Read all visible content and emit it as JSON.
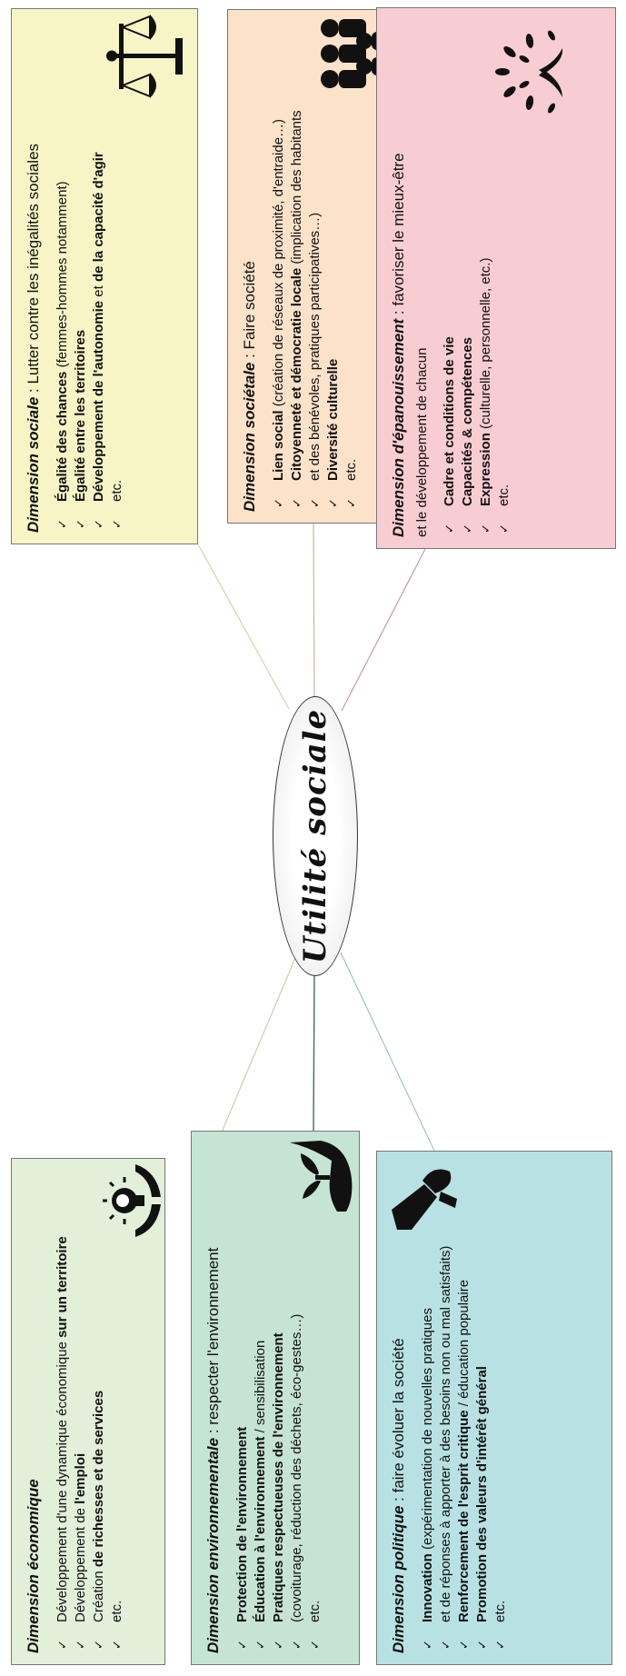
{
  "center": {
    "label": "Utilité sociale"
  },
  "boxes": {
    "economique": {
      "title_dim": "Dimension économique",
      "title_rest": "",
      "items": [
        {
          "parts": [
            {
              "t": "Développement d'une dynamique économique ",
              "b": false
            },
            {
              "t": "sur un territoire",
              "b": true
            }
          ]
        },
        {
          "parts": [
            {
              "t": "Développement de ",
              "b": false
            },
            {
              "t": "l'emploi",
              "b": true
            }
          ]
        },
        {
          "parts": [
            {
              "t": "Création ",
              "b": false
            },
            {
              "t": "de richesses et de services",
              "b": true
            }
          ]
        },
        {
          "parts": [
            {
              "t": "etc.",
              "b": false
            }
          ]
        }
      ],
      "bg": "#e2efd9",
      "icon": "lightbulb-in-hands-icon"
    },
    "environnementale": {
      "title_dim": "Dimension environnementale",
      "title_rest": " : respecter l'environnement",
      "items": [
        {
          "parts": [
            {
              "t": "Protection de l'environnement",
              "b": true
            }
          ]
        },
        {
          "parts": [
            {
              "t": "Éducation à l'environnement",
              "b": true
            },
            {
              "t": " / sensibilisation",
              "b": false
            }
          ]
        },
        {
          "parts": [
            {
              "t": "Pratiques respectueuses de l'environnement",
              "b": true
            }
          ]
        },
        {
          "parts": [
            {
              "t": "(covoiturage, réduction des déchets, éco-gestes…)",
              "b": false
            }
          ]
        },
        {
          "parts": [
            {
              "t": "etc.",
              "b": false
            }
          ]
        }
      ],
      "bg": "#c6e4d4",
      "icon": "plant-in-hand-icon"
    },
    "politique": {
      "title_dim": "Dimension politique",
      "title_rest": " : faire évoluer la société",
      "items": [
        {
          "parts": [
            {
              "t": "Innovation",
              "b": true
            },
            {
              "t": " (expérimentation de nouvelles pratiques",
              "b": false
            }
          ]
        },
        {
          "parts": [
            {
              "t": "et de réponses à apporter à des besoins non ou mal satisfaits)",
              "b": false
            }
          ]
        },
        {
          "parts": [
            {
              "t": "Renforcement de l'esprit critique",
              "b": true
            },
            {
              "t": " / éducation populaire",
              "b": false
            }
          ]
        },
        {
          "parts": [
            {
              "t": "Promotion des valeurs d'intérêt général",
              "b": true
            }
          ]
        },
        {
          "parts": [
            {
              "t": "etc.",
              "b": false
            }
          ]
        }
      ],
      "bg": "#b8e1e3",
      "icon": "megaphone-icon"
    },
    "sociale": {
      "title_dim": "Dimension sociale",
      "title_rest": " : Lutter contre les inégalités sociales",
      "items": [
        {
          "parts": [
            {
              "t": "Égalité des chances",
              "b": true
            },
            {
              "t": " (femmes-hommes notamment)",
              "b": false
            }
          ]
        },
        {
          "parts": [
            {
              "t": "Égalité entre les territoires",
              "b": true
            }
          ]
        },
        {
          "parts": [
            {
              "t": "Développement de l'autonomie",
              "b": true
            },
            {
              "t": " et ",
              "b": false
            },
            {
              "t": "de la capacité d'agir",
              "b": true
            }
          ]
        },
        {
          "parts": [
            {
              "t": "etc.",
              "b": false
            }
          ]
        }
      ],
      "bg": "#f7f5c6",
      "icon": "scales-icon"
    },
    "societale": {
      "title_dim": "Dimension sociétale",
      "title_rest": " : Faire société",
      "items": [
        {
          "parts": [
            {
              "t": "Lien social",
              "b": true
            },
            {
              "t": " (création de réseaux de proximité, d'entraide…)",
              "b": false
            }
          ]
        },
        {
          "parts": [
            {
              "t": "Citoyenneté et démocratie locale",
              "b": true
            },
            {
              "t": " (implication des habitants",
              "b": false
            }
          ]
        },
        {
          "parts": [
            {
              "t": "et des bénévoles, pratiques participatives…)",
              "b": false
            }
          ]
        },
        {
          "parts": [
            {
              "t": "Diversité culturelle",
              "b": true
            }
          ]
        },
        {
          "parts": [
            {
              "t": "etc.",
              "b": false
            }
          ]
        }
      ],
      "bg": "#fbe2c9",
      "icon": "group-of-people-icon"
    },
    "epanouissement": {
      "title_dim": "Dimension d'épanouissement",
      "title_rest": " : favoriser le mieux-être",
      "subtitle": "et le développement de chacun",
      "items": [
        {
          "parts": [
            {
              "t": "Cadre et conditions de vie",
              "b": true
            }
          ]
        },
        {
          "parts": [
            {
              "t": "Capacités & compétences",
              "b": true
            }
          ]
        },
        {
          "parts": [
            {
              "t": "Expression",
              "b": true
            },
            {
              "t": " (culturelle, personnelle, etc.)",
              "b": false
            }
          ]
        },
        {
          "parts": [
            {
              "t": "etc.",
              "b": false
            }
          ]
        }
      ],
      "bg": "#f8cdd1",
      "icon": "blooming-branch-icon"
    }
  },
  "colors": {
    "line_economique": "#c8d2a8",
    "line_environnementale": "#3a6f64",
    "line_politique": "#9fc4c9",
    "line_sociale": "#d8d3a0",
    "line_societale": "#cbb59c",
    "line_epanouissement": "#c89aa3"
  }
}
